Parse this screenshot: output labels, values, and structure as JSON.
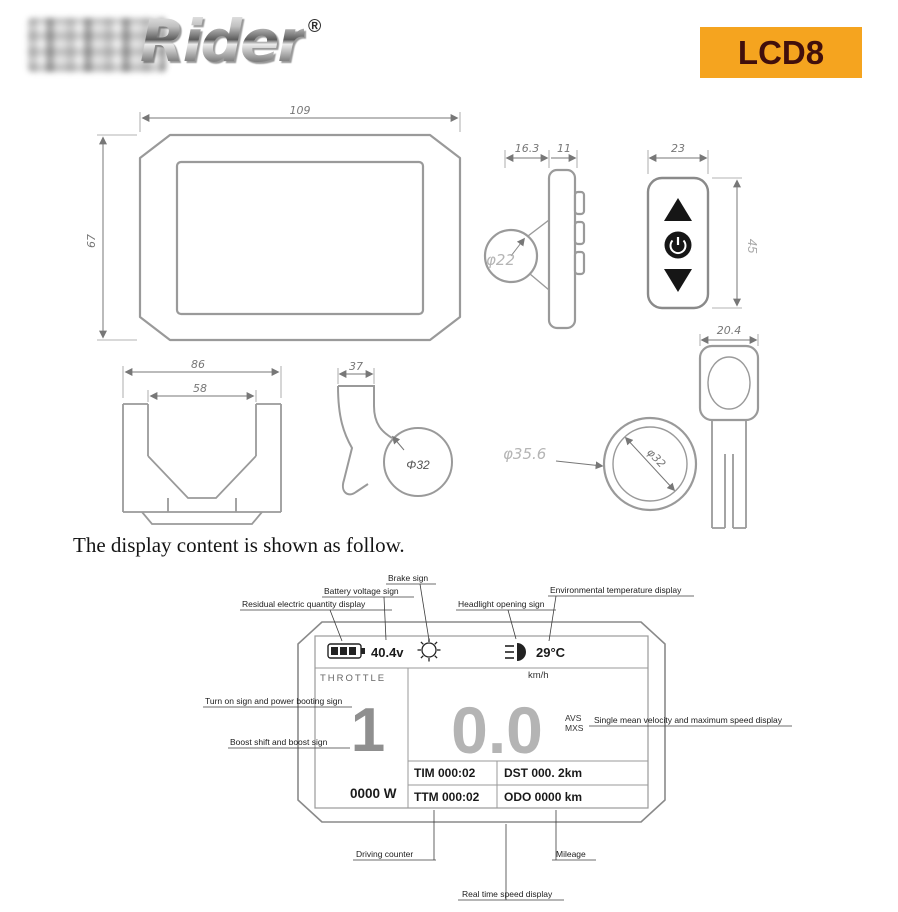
{
  "header": {
    "logo": "Rider",
    "logo_reg": "®",
    "badge": "LCD8"
  },
  "drawings": {
    "front": {
      "width": "109",
      "height": "67"
    },
    "side": {
      "depth": "16.3",
      "button_depth": "11",
      "clamp_dia": "φ22"
    },
    "keypad": {
      "width": "23",
      "height": "45"
    },
    "bracket": {
      "outer_width": "86",
      "inner_width": "58"
    },
    "hook": {
      "width": "37",
      "dia": "Φ32"
    },
    "ring": {
      "outer_dia": "φ35.6",
      "inner_dia": "φ32",
      "depth": "20.4"
    }
  },
  "caption": "The display content is shown as follow.",
  "screen": {
    "voltage": "40.4v",
    "temperature": "29°C",
    "throttle": "THROTTLE",
    "assist_level": "1",
    "power": "0000 W",
    "speed": "0.0",
    "speed_unit": "km/h",
    "avs": "AVS",
    "mxs": "MXS",
    "tim": "TIM 000:02",
    "dst": "DST 000. 2km",
    "ttm": "TTM 000:02",
    "odo": "ODO 0000 km"
  },
  "labels": {
    "brake": "Brake sign",
    "battery_voltage": "Battery voltage sign",
    "residual": "Residual electric quantity display",
    "headlight": "Headlight opening sign",
    "env_temp": "Environmental temperature display",
    "power_on": "Turn on sign and power booting sign",
    "boost": "Boost shift and boost sign",
    "avg_max_speed": "Single mean velocity and maximum speed display",
    "driving_counter": "Driving counter",
    "mileage": "Mileage",
    "realtime_speed": "Real time speed display"
  }
}
